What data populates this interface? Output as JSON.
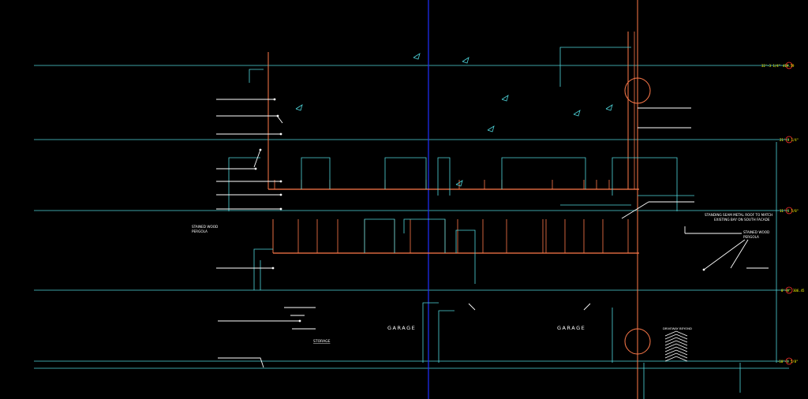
{
  "colors": {
    "background": "#000000",
    "cyan": "#4fd6dc",
    "white": "#ffffff",
    "orange": "#ff7a4a",
    "blue": "#2030ff",
    "red": "#ff3030",
    "yellow": "#ffff00"
  },
  "levels": [
    "32'-3 1/4\"",
    "21'-3 1/4\"",
    "11'-1 5/8\"",
    "0'-0\"",
    "-10'-1 5/8\""
  ],
  "level_tags": [
    "419.59",
    "306.45"
  ],
  "labels": {
    "pergola_left_line1": "STAINED WOOD",
    "pergola_left_line2": "PERGOLA",
    "pergola_right_line1": "STAINED WOOD",
    "pergola_right_line2": "PERGOLA",
    "roof_note_line1": "STANDING SEAM METAL ROOF TO MATCH",
    "roof_note_line2": "EXISTING BAY ON SOUTH FACADE",
    "garage_left": "GARAGE",
    "garage_right": "GARAGE",
    "storage": "STORAGE",
    "driveway": "DRIVEWAY BEYOND"
  }
}
